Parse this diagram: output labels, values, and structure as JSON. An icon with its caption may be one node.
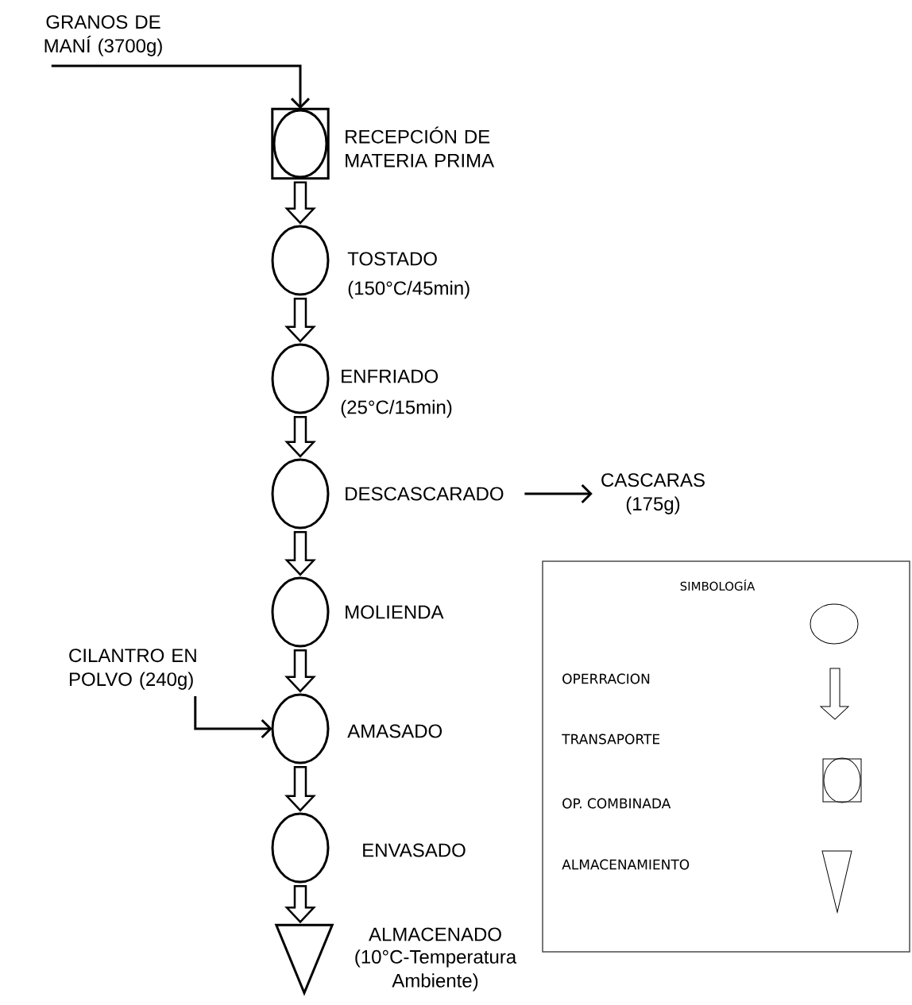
{
  "diagram": {
    "nodes": [
      {
        "text": [
          "GRANOS DE MANÍ (3700g)"
        ]
      },
      {
        "text": [],
        "shape": "box",
        "beside": [
          "RECEPCIÓN DE MATERIA PRIMA"
        ]
      },
      {
        "text": [],
        "shape": "circle",
        "beside": [
          "TOSTADO",
          "(150°C/45min)"
        ]
      },
      {
        "text": [],
        "shape": "circle",
        "beside": [
          "ENFRIADO",
          "(25°C/15min)"
        ]
      },
      {
        "text": [],
        "shape": "circle",
        "beside": [
          "DESCASCARADO"
        ]
      },
      {
        "text": [
          "CASCARAS (175g)"
        ]
      },
      {
        "text": [],
        "shape": "circle",
        "beside": [
          "MOLIENDA"
        ]
      },
      {
        "text": [
          "CILANTRO EN POLVO (240g)"
        ]
      },
      {
        "text": [],
        "shape": "circle",
        "beside": [
          "AMASADO"
        ]
      },
      {
        "text": [],
        "shape": "circle",
        "beside": [
          "ENVASADO"
        ]
      },
      {
        "text": [],
        "shape": "triangle",
        "beside": [
          "ALMACENADO",
          "(10°C-Temperatura Ambiente)"
        ]
      }
    ],
    "edges": [
      {
        "from": 0,
        "to": 1,
        "arrow": "to"
      },
      {
        "from": 1,
        "to": 2,
        "arrow": "to"
      },
      {
        "from": 2,
        "to": 3,
        "arrow": "to"
      },
      {
        "from": 3,
        "to": 4,
        "arrow": "to"
      },
      {
        "from": 4,
        "to": 5,
        "arrow": "to"
      },
      {
        "from": 4,
        "to": 6,
        "arrow": "to"
      },
      {
        "from": 6,
        "to": 8,
        "arrow": "to"
      },
      {
        "from": 7,
        "to": 8,
        "arrow": "to"
      },
      {
        "from": 8,
        "to": 9,
        "arrow": "to"
      },
      {
        "from": 9,
        "to": 10,
        "arrow": "to"
      }
    ],
    "labels": [
      "SIMBOLOGÍA"
    ],
    "legend": [
      {
        "text": "OPERRACION"
      },
      {
        "text": "TRANSAPORTE"
      },
      {
        "text": "OP. COMBINADA"
      },
      {
        "text": "ALMACENAMIENTO"
      }
    ]
  }
}
